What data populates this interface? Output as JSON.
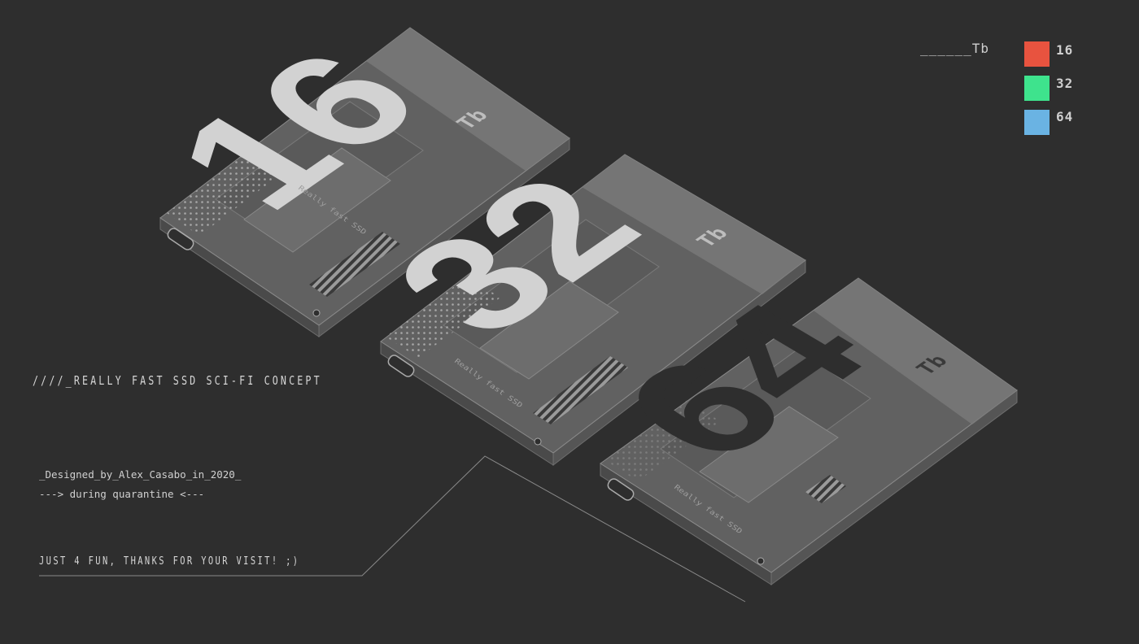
{
  "legend": {
    "title": "______Tb",
    "items": [
      {
        "label": "16",
        "color": "#e8533f"
      },
      {
        "label": "32",
        "color": "#3ee38d"
      },
      {
        "label": "64",
        "color": "#6ab3e3"
      }
    ]
  },
  "text": {
    "headline": "////_Really fast SSD Sci-Fi concept",
    "credit_line1": "_Designed_by_Alex_Casabo_in_2020_",
    "credit_line2": "---> during quarantine <---",
    "thanks": "Just 4 fun, thanks for your visit! ;)"
  },
  "drives": [
    {
      "capacity": "16",
      "unit": "Tb",
      "inscription": "Really fast SSD"
    },
    {
      "capacity": "32",
      "unit": "Tb",
      "inscription": "Really fast SSD"
    },
    {
      "capacity": "64",
      "unit": "Tb",
      "inscription": "Really fast SSD"
    }
  ]
}
